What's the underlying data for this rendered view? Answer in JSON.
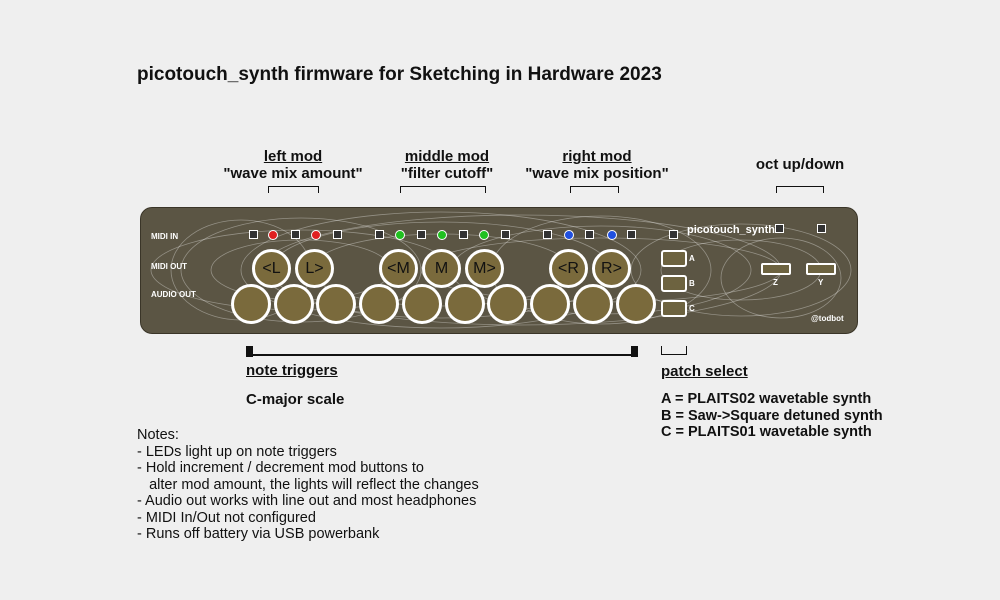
{
  "title": "picotouch_synth firmware for Sketching in Hardware 2023",
  "labels": {
    "left_mod": {
      "name": "left mod",
      "param": "\"wave mix amount\""
    },
    "middle_mod": {
      "name": "middle mod",
      "param": "\"filter cutoff\""
    },
    "right_mod": {
      "name": "right mod",
      "param": "\"wave mix position\""
    },
    "oct": "oct up/down"
  },
  "board": {
    "brand": "picotouch_synth",
    "credit": "@todbot",
    "midi_in": "MIDI IN",
    "midi_out": "MIDI OUT",
    "audio_out": "AUDIO OUT",
    "mod_buttons": [
      "<L",
      "L>",
      "<M",
      "M",
      "M>",
      "<R",
      "R>"
    ],
    "patch_letters": [
      "A",
      "B",
      "C"
    ],
    "oct_letters": [
      "Z",
      "Y"
    ],
    "led_colors": [
      "#e02020",
      "#e02020",
      "#20c020",
      "#20c020",
      "#20c020",
      "#2050e0",
      "#2050e0"
    ]
  },
  "note_triggers": "note triggers",
  "scale": "C-major scale",
  "patch_select": "patch select",
  "patches": "A = PLAITS02 wavetable synth\nB = Saw->Square detuned synth\nC = PLAITS01 wavetable synth",
  "notes": "Notes:\n- LEDs light up on note triggers\n- Hold increment / decrement mod buttons to\n   alter mod amount, the lights will reflect the changes\n- Audio out works with line out and most headphones\n- MIDI In/Out not configured\n- Runs off battery via USB powerbank"
}
